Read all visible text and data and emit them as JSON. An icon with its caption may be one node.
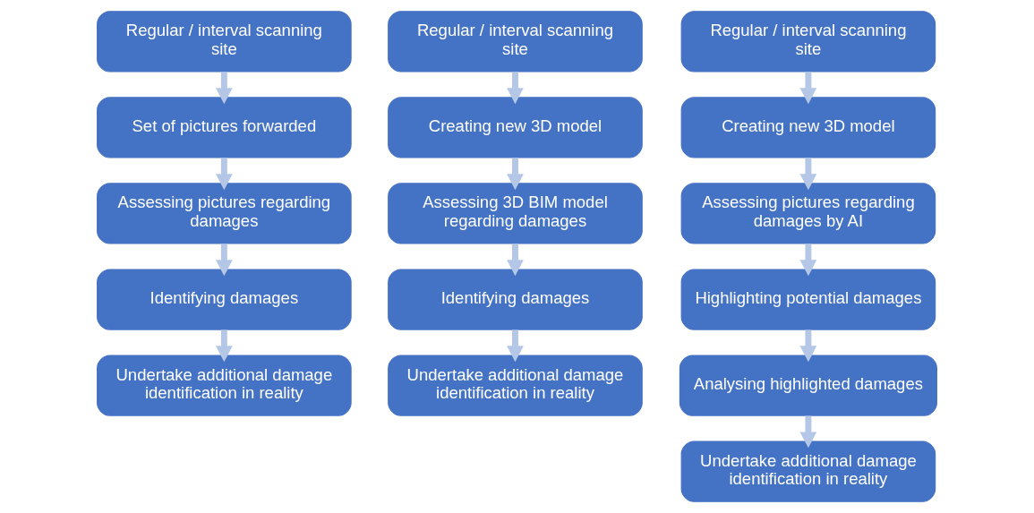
{
  "diagram": {
    "nodes": [
      {
        "text": [
          "Regular / interval scanning site"
        ]
      },
      {
        "text": [
          "Set of pictures forwarded"
        ]
      },
      {
        "text": [
          "Assessing pictures regarding damages"
        ]
      },
      {
        "text": [
          "Identifying damages"
        ]
      },
      {
        "text": [
          "Undertake additional damage identification in reality"
        ]
      },
      {
        "text": [
          "Regular / interval scanning site"
        ]
      },
      {
        "text": [
          "Creating new 3D model"
        ]
      },
      {
        "text": [
          "Assessing 3D BIM model regarding damages"
        ]
      },
      {
        "text": [
          "Identifying damages"
        ]
      },
      {
        "text": [
          "Undertake additional damage identification in reality"
        ]
      },
      {
        "text": [
          "Regular / interval scanning site"
        ]
      },
      {
        "text": [
          "Creating new 3D model"
        ]
      },
      {
        "text": [
          "Assessing pictures regarding damages by AI"
        ]
      },
      {
        "text": [
          "Highlighting potential damages"
        ]
      },
      {
        "text": [
          "Analysing highlighted damages"
        ]
      },
      {
        "text": [
          "Undertake additional damage identification in reality"
        ]
      }
    ],
    "edges": [
      {
        "from": 0,
        "to": 1,
        "arrow": "to"
      },
      {
        "from": 1,
        "to": 2,
        "arrow": "to"
      },
      {
        "from": 2,
        "to": 3,
        "arrow": "to"
      },
      {
        "from": 3,
        "to": 4,
        "arrow": "to"
      },
      {
        "from": 5,
        "to": 6,
        "arrow": "to"
      },
      {
        "from": 6,
        "to": 7,
        "arrow": "to"
      },
      {
        "from": 7,
        "to": 8,
        "arrow": "to"
      },
      {
        "from": 8,
        "to": 9,
        "arrow": "to"
      },
      {
        "from": 10,
        "to": 11,
        "arrow": "to"
      },
      {
        "from": 11,
        "to": 12,
        "arrow": "to"
      },
      {
        "from": 12,
        "to": 13,
        "arrow": "to"
      },
      {
        "from": 13,
        "to": 14,
        "arrow": "to"
      },
      {
        "from": 14,
        "to": 15,
        "arrow": "to"
      }
    ]
  }
}
